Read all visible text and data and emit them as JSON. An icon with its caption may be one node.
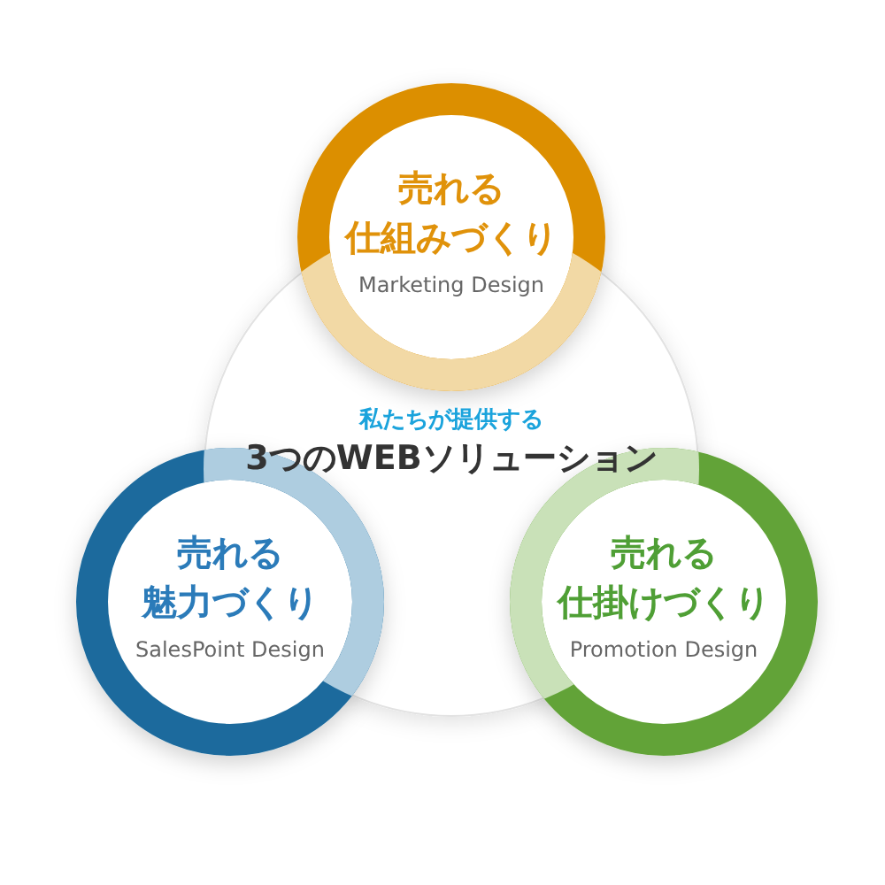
{
  "diagram": {
    "nodes": [
      {
        "text": [
          "私たちが提供する",
          "3つのWEBソリューション"
        ]
      },
      {
        "text": [
          "売れる",
          "仕組みづくり",
          "Marketing Design"
        ]
      },
      {
        "text": [
          "売れる",
          "魅力づくり",
          "SalesPoint Design"
        ]
      },
      {
        "text": [
          "売れる",
          "仕掛けづくり",
          "Promotion Design"
        ]
      }
    ]
  }
}
